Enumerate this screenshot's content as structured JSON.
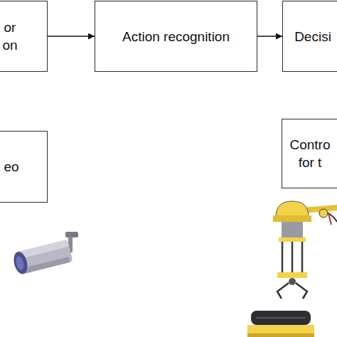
{
  "diagram": {
    "nodes": [
      {
        "text": [
          "or on"
        ]
      },
      {
        "text": [
          "Action recognition"
        ]
      },
      {
        "text": [
          "Decisi"
        ]
      },
      {
        "text": [
          "eo"
        ]
      },
      {
        "text": [
          "Contro for t"
        ]
      }
    ],
    "edges": [
      {
        "from": 0,
        "to": 1,
        "arrow": "to"
      },
      {
        "from": 1,
        "to": 2,
        "arrow": "to"
      }
    ]
  }
}
